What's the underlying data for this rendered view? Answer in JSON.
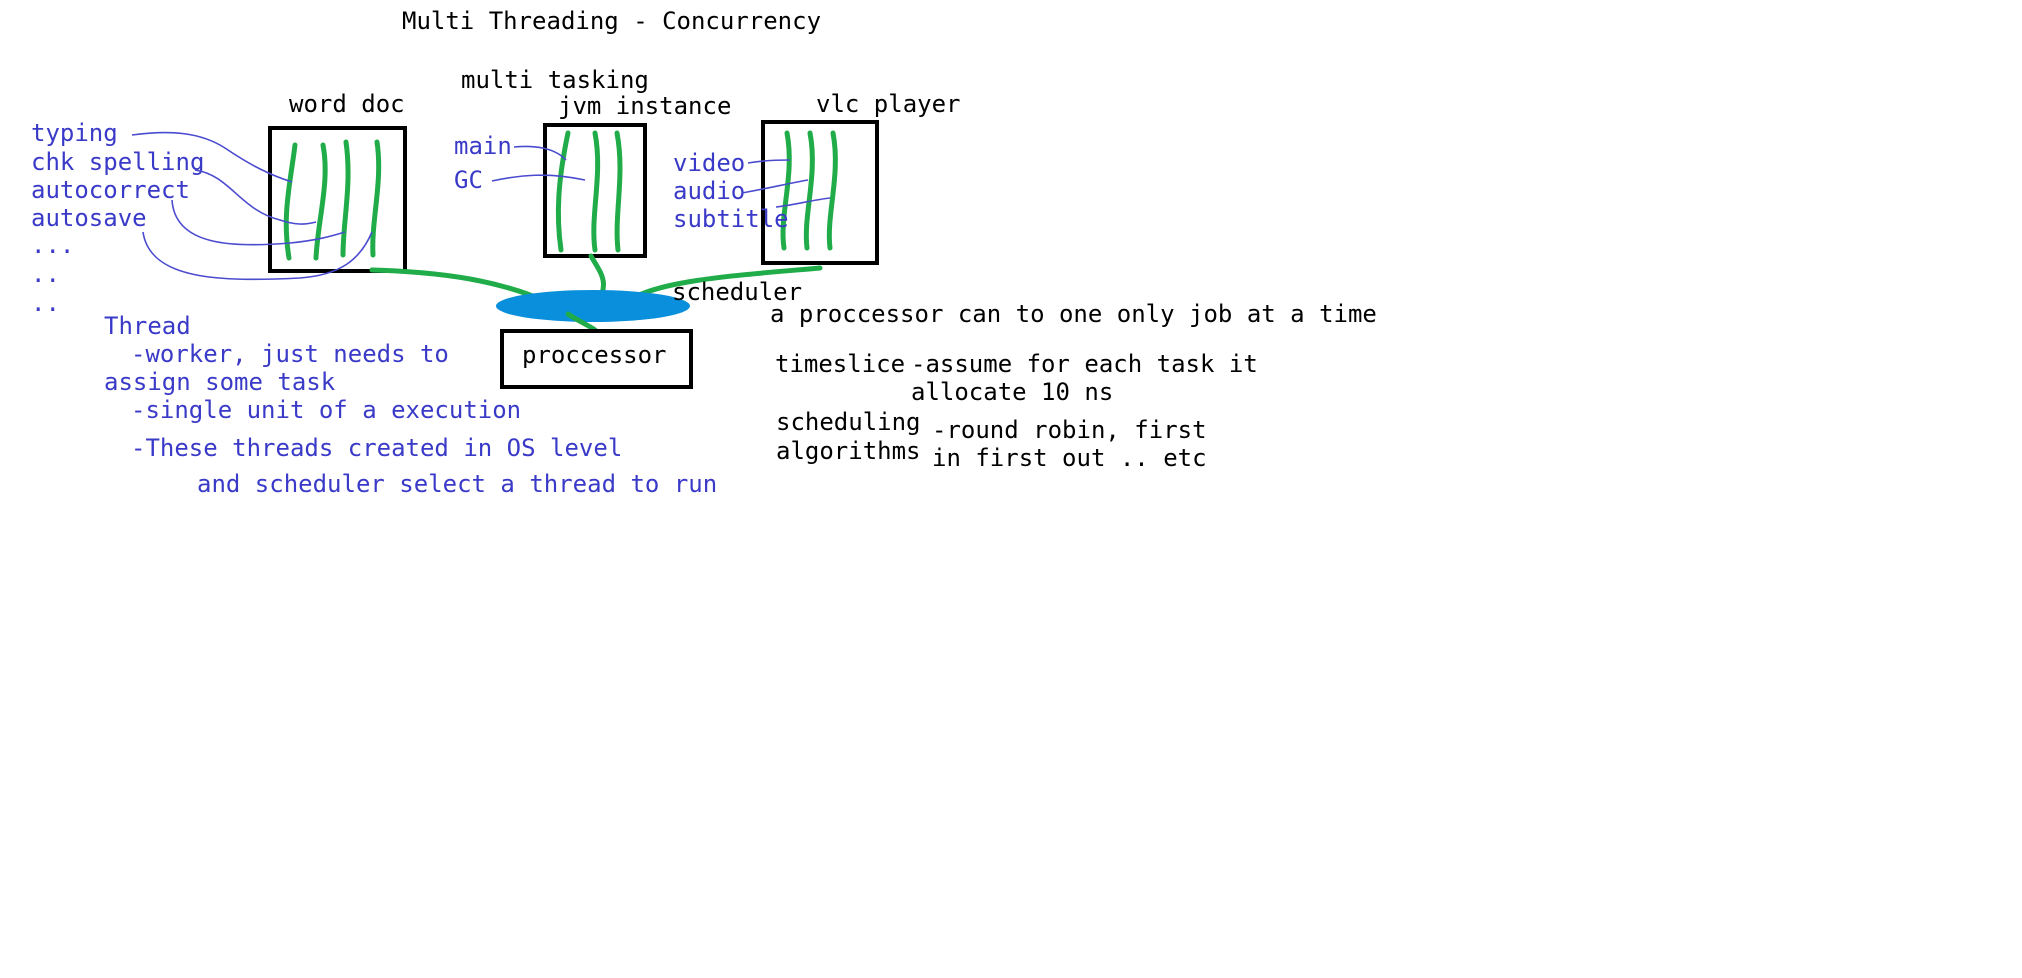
{
  "title": "Multi Threading  - Concurrency",
  "multitasking_label": "multi tasking",
  "apps": {
    "word": {
      "label": "word doc",
      "threads": [
        "typing",
        "chk spelling",
        "autocorrect",
        "autosave",
        "...",
        "..",
        ".."
      ]
    },
    "jvm": {
      "label": "jvm instance",
      "threads": [
        "main",
        "GC"
      ]
    },
    "vlc": {
      "label": "vlc player",
      "threads": [
        "video",
        "audio",
        "subtitle"
      ]
    }
  },
  "scheduler_label": "scheduler",
  "processor_label": "proccessor",
  "thread_notes": {
    "heading": "Thread",
    "line1": "-worker, just needs to",
    "line2": "assign some task",
    "line3": "-single unit of a execution",
    "line4": "-These threads created in OS level",
    "line5": "and scheduler select a thread to run"
  },
  "processor_note": "a proccessor can to one only job at a time",
  "timeslice": {
    "term": "timeslice",
    "line1": "-assume for each  task it",
    "line2": "allocate 10 ns"
  },
  "scheduling": {
    "term_line1": "scheduling",
    "term_line2": "algorithms",
    "line1": "-round robin, first",
    "line2": "in first out .. etc"
  },
  "colors": {
    "handwriting_blue": "#3a3ac8",
    "thread_green": "#21ac4a",
    "scheduler_blue": "#0a8fdc"
  }
}
